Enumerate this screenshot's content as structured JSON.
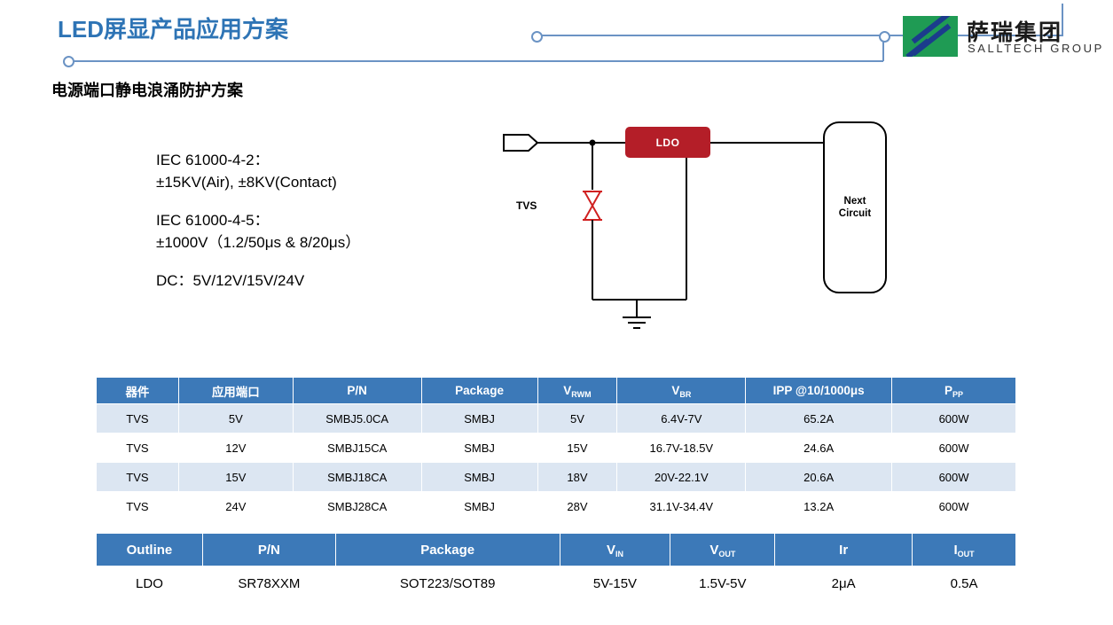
{
  "header": {
    "title": "LED屏显产品应用方案",
    "logo_cn": "萨瑞集团",
    "logo_en": "SALLTECH GROUP"
  },
  "section": {
    "title": "电源端口静电浪涌防护方案"
  },
  "spec": {
    "line1": "IEC 61000-4-2：",
    "line2": "±15KV(Air), ±8KV(Contact)",
    "line3": "IEC 61000-4-5：",
    "line4": "±1000V（1.2/50μs & 8/20μs）",
    "line5": "DC：5V/12V/15V/24V"
  },
  "circuit": {
    "ldo_label": "LDO",
    "tvs_label": "TVS",
    "next_circuit_line1": "Next",
    "next_circuit_line2": "Circuit"
  },
  "table1": {
    "headers": [
      "器件",
      "应用端口",
      "P/N",
      "Package",
      "VRWM",
      "VBR",
      "IPP @10/1000μs",
      "PPP"
    ],
    "header_parts": [
      {
        "main": "器件",
        "sub": ""
      },
      {
        "main": "应用端口",
        "sub": ""
      },
      {
        "main": "P/N",
        "sub": ""
      },
      {
        "main": "Package",
        "sub": ""
      },
      {
        "main": "V",
        "sub": "RWM"
      },
      {
        "main": "V",
        "sub": "BR"
      },
      {
        "main": "IPP @10/1000μs",
        "sub": ""
      },
      {
        "main": "P",
        "sub": "PP"
      }
    ],
    "rows": [
      [
        "TVS",
        "5V",
        "SMBJ5.0CA",
        "SMBJ",
        "5V",
        "6.4V-7V",
        "65.2A",
        "600W"
      ],
      [
        "TVS",
        "12V",
        "SMBJ15CA",
        "SMBJ",
        "15V",
        "16.7V-18.5V",
        "24.6A",
        "600W"
      ],
      [
        "TVS",
        "15V",
        "SMBJ18CA",
        "SMBJ",
        "18V",
        "20V-22.1V",
        "20.6A",
        "600W"
      ],
      [
        "TVS",
        "24V",
        "SMBJ28CA",
        "SMBJ",
        "28V",
        "31.1V-34.4V",
        "13.2A",
        "600W"
      ]
    ]
  },
  "table2": {
    "header_parts": [
      {
        "main": "Outline",
        "sub": ""
      },
      {
        "main": "P/N",
        "sub": ""
      },
      {
        "main": "Package",
        "sub": ""
      },
      {
        "main": "V",
        "sub": "IN"
      },
      {
        "main": "V",
        "sub": "OUT"
      },
      {
        "main": "Ir",
        "sub": ""
      },
      {
        "main": "I",
        "sub": "OUT"
      }
    ],
    "rows": [
      [
        "LDO",
        "SR78XXM",
        "SOT223/SOT89",
        "5V-15V",
        "1.5V-5V",
        "2μA",
        "0.5A"
      ]
    ]
  },
  "colors": {
    "title_blue": "#2E74B5",
    "table_header_blue": "#3C79B8",
    "row_alt_blue": "#DCE6F2",
    "ldo_red": "#B41E28",
    "logo_green": "#1F9B54",
    "logo_navy": "#1B3C8C",
    "connector_blue": "#6B93C4"
  }
}
